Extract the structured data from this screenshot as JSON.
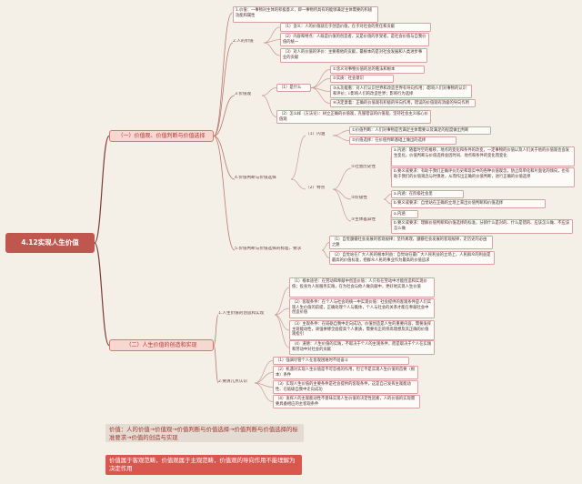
{
  "root": "4.12实现人生价值",
  "sections": [
    "（一）价值观、价值判断与价值选择",
    "（二）人生价值的创造和实现"
  ],
  "bottom_notes": [
    "价值：人的价值→价值观→价值判断与价值选择→价值判断与价值选择的标准要求→价值的创造与实现",
    "价值属于客观范畴，价值观属于主观范畴，价值观的导向作用不能理解为决定作用"
  ],
  "s1": {
    "n1": {
      "label": "1.价值",
      "leaf": "1.价值：一事物对主体的积极意义，即一事物所具有的能够满足主体需要的积极功能和属性"
    },
    "n2": {
      "label": "2.人的价值",
      "leaves": [
        "（1）含义：人的价值就在于创造价值，在于对社会的责任和贡献",
        "（2）内容和特点：人既是价值的创造者，又是价值的享受者，是社会价值与自我价值的统一",
        "（3）对人的价值的评价：主要看他的贡献，最根本的是对社会发展和人类进步事业的贡献"
      ]
    },
    "n3": {
      "label": "3.价值观",
      "sub1": "（1）是什么",
      "sub1_leaves": [
        "①含义对事物价值的总的看法和根本",
        "②实质：社会意识",
        "③从功能看：对人们认识世界和改造世界有导向作用；i影响人们对事物的认识和评价；ii影响人们的改造世界；影响行为选择",
        "④决定意着：正确的价值观有积极的导向作用，错误的价值观有消极的导向作用"
      ],
      "sub2": "（2）怎么样（方法论）：树立正确的价值观，克服错误的价值观，坚持社会主义核心价值观"
    },
    "n4": {
      "label": "4.价值判断与价值选择",
      "sub1": "（1）内涵",
      "sub1_leaves": [
        "①价值判断：人们对事物是否满足主体需要以及满足的程度做出判断",
        "②价值选择：在价值判断基础上做出的选择"
      ],
      "sub2": "（2）特点",
      "sub2_groups": [
        {
          "label": "①社会历史性",
          "leaves": [
            "a.内涵：随着时空的推移，地点的变化和条件的改变，一定事物的价值以及人们关于他的价值观也会发生变化，价值判断与价值选择会因时间、地点和条件的变化而变化",
            "b.要义或要求：有助于我们正确评价历史和现实中的各种价值观念，防止简单化和片面化的倾向，也有助于我们的价值观念与时俱进，从而作出正确的价值判断，进行正确的价值选择"
          ]
        },
        {
          "label": "②阶级性",
          "leaves": [
            "a.内涵：在阶级社会里",
            "b.要义或要求：自觉站在正确的立场上来出价值判断和价值选择"
          ]
        },
        {
          "label": "③主体差异性",
          "leaves": [
            "a.内涵",
            "b.要义或要求：理解价值判断和价值选择的标准，分辨什么是对的、什么是错的、应该怎么做、不应该怎么做"
          ]
        }
      ]
    },
    "n5": {
      "label": "5.价值判断与价值选择的标准、要求",
      "leaves": [
        "（1）自觉遵循社会发展的客观规律；坚持真理，遵循社会发展的客观规律，走历史的必由之路",
        "（2）自觉站在广大人民的根本利益：自觉站在最广大人民利益的立场上，人民群众的利益是最高的价值标准，把群众人民的事业作为最高的价值追求"
      ]
    }
  },
  "s2": {
    "n1": {
      "label": "1.人生价值的创造和实现",
      "leaves": [
        "（1）根本途径：在劳动和奉献中创造价值：人只有在劳动中才能创造和实现价值；投身为人民服务实践，在为社会与他人做贡献中，更好地实现人生价值",
        "（2）客观条件：在个人与社会的统一中实现价值：社会提供的客观条件是人们实现人生价值的前提，正确处理个人与集体，个人与社会的关系才能在奉献社会中创造价值",
        "（3）主观条件：在砥砺自我中走向成功，价值创造是人生的重要内容，需要发挥主观能动性，顽强拼搏全面提高个人素质，需要有正的崇高理想及其正确的价值观指引",
        "（4）道德：人生价值的实践，不取决于个人的主观条件，而是取决于个人在实践和劳动中对社会的贡献"
      ]
    },
    "n2": {
      "label": "2.要清几点认识",
      "leaves": [
        "（1）强调尽管个人在客观困难时不屈奋斗",
        "（2）机遇对实现人生价值是不可忽视的作用，但它不是实现人生价值的首要（根本）条件",
        "（3）实现人生价值的主要条件是社会提供的客观条件，这是自己发挥主观能动性、在砥砺自我中走向成功",
        "（4）发挥人的主观能动性不意味实现人生价值的决定性因素，人的价值的实现需要具备相应的主客观条件"
      ]
    }
  }
}
